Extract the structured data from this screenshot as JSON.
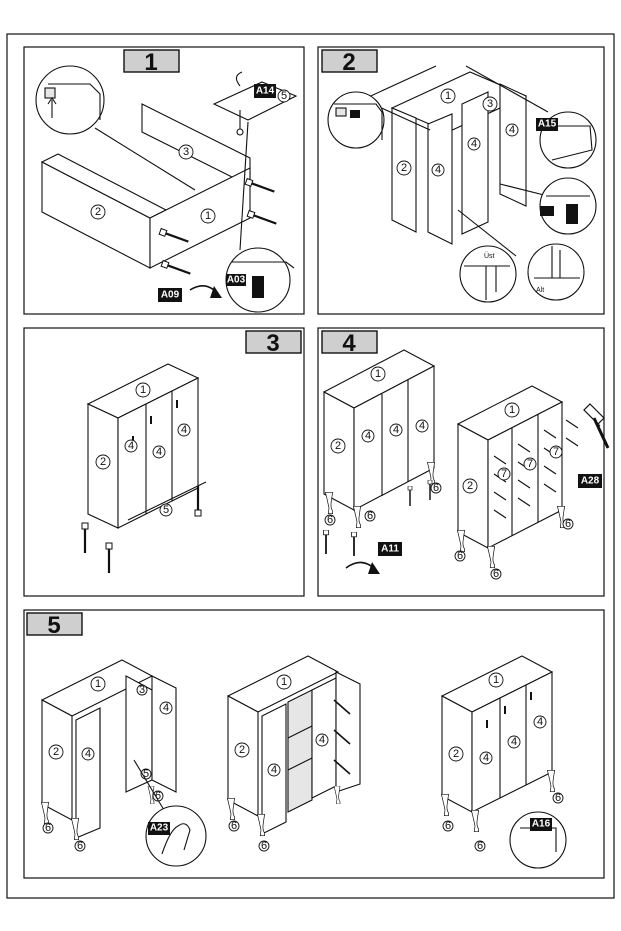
{
  "steps": [
    "1",
    "2",
    "3",
    "4",
    "5"
  ],
  "part_numbers": {
    "p1": "1",
    "p2": "2",
    "p3": "3",
    "p4": "4",
    "p5": "5",
    "p6": "6",
    "p7": "7"
  },
  "hardware_tags": {
    "a03": "A03",
    "a09": "A09",
    "a11": "A11",
    "a14": "A14",
    "a15": "A15",
    "a16": "A16",
    "a23": "A23",
    "a28": "A28"
  },
  "detail_labels": {
    "ust": "Üst",
    "alt": "Alt"
  },
  "colors": {
    "line": "#111111",
    "step_box": "#cfcfcf",
    "tag_bg": "#111111"
  }
}
